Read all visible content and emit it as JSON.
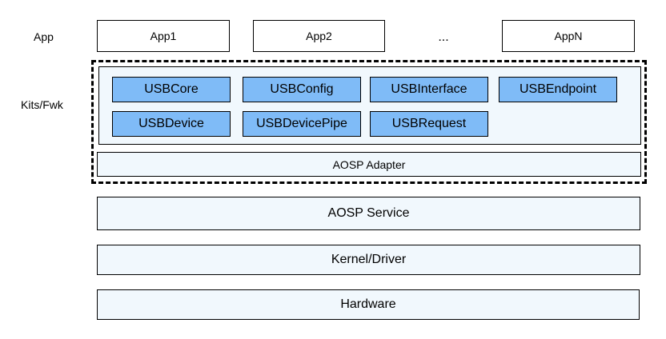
{
  "colors": {
    "layer_fill": "#f1f8fd",
    "kit_fill": "#7fbbf7",
    "border": "#000000",
    "background": "#ffffff"
  },
  "labels": {
    "app": "App",
    "kits": "Kits/Fwk"
  },
  "apps": [
    {
      "label": "App1"
    },
    {
      "label": "App2"
    },
    {
      "label": "AppN"
    }
  ],
  "apps_ellipsis": "...",
  "kits": [
    {
      "label": "USBCore"
    },
    {
      "label": "USBConfig"
    },
    {
      "label": "USBInterface"
    },
    {
      "label": "USBEndpoint"
    },
    {
      "label": "USBDevice"
    },
    {
      "label": "USBDevicePipe"
    },
    {
      "label": "USBRequest"
    }
  ],
  "adapter": "AOSP Adapter",
  "layers": [
    {
      "label": "AOSP Service"
    },
    {
      "label": "Kernel/Driver"
    },
    {
      "label": "Hardware"
    }
  ]
}
